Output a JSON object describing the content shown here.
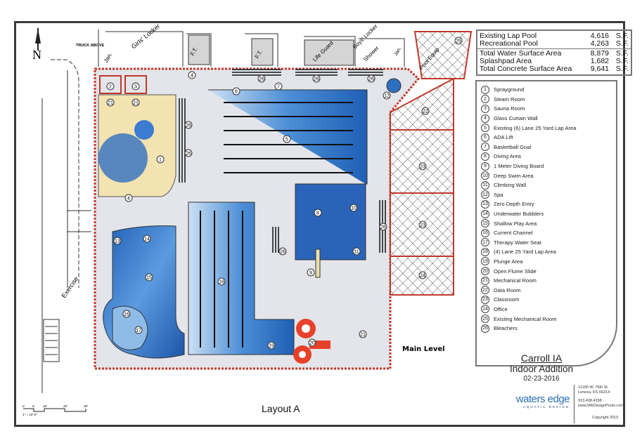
{
  "area_table": {
    "rows": [
      {
        "label": "Existing Lap Pool",
        "value": "4,616",
        "unit": "S.F."
      },
      {
        "label": "Recreational Pool",
        "value": "4,263",
        "unit": "S.F."
      },
      {
        "label": "Total Water Surface Area",
        "value": "8,879",
        "unit": "S.F."
      },
      {
        "label": "Splashpad Area",
        "value": "1,682",
        "unit": "S.F."
      },
      {
        "label": "Total Concrete Surface Area",
        "value": "9,641",
        "unit": "S.F."
      }
    ]
  },
  "legend": {
    "items": [
      {
        "num": "1",
        "label": "Sprayground"
      },
      {
        "num": "2",
        "label": "Steam Room"
      },
      {
        "num": "3",
        "label": "Sauna Room"
      },
      {
        "num": "4",
        "label": "Glass Curtain Wall"
      },
      {
        "num": "5",
        "label": "Existing (6) Lane 25 Yard Lap Area"
      },
      {
        "num": "6",
        "label": "ADA Lift"
      },
      {
        "num": "7",
        "label": "Basketball Goal"
      },
      {
        "num": "8",
        "label": "Diving Area"
      },
      {
        "num": "9",
        "label": "1 Meter Diving Board"
      },
      {
        "num": "10",
        "label": "Deep Swim Area"
      },
      {
        "num": "11",
        "label": "Climbing Wall"
      },
      {
        "num": "12",
        "label": "Spa"
      },
      {
        "num": "13",
        "label": "Zero Depth Entry"
      },
      {
        "num": "14",
        "label": "Underwater Bubblers"
      },
      {
        "num": "15",
        "label": "Shallow Play Area"
      },
      {
        "num": "16",
        "label": "Current Channel"
      },
      {
        "num": "17",
        "label": "Therapy Water Seat"
      },
      {
        "num": "18",
        "label": "(4) Lane 25 Yard Lap Area"
      },
      {
        "num": "19",
        "label": "Plunge Area"
      },
      {
        "num": "20",
        "label": "Open Flume Slide"
      },
      {
        "num": "21",
        "label": "Mechanical Room"
      },
      {
        "num": "22",
        "label": "Data Room"
      },
      {
        "num": "23",
        "label": "Classroom"
      },
      {
        "num": "24",
        "label": "Office"
      },
      {
        "num": "25",
        "label": "Existing Mechanical Room"
      },
      {
        "num": "26",
        "label": "Bleachers"
      }
    ]
  },
  "plan": {
    "north": "N",
    "truck_above": "TRUCK ABOVE",
    "rooms": {
      "jan_left": "Jan.",
      "girls_locker": "Girls' Locker",
      "ft_left": "F.T.",
      "ft_right": "F.T.",
      "life_guard": "Life Guard",
      "boys_locker": "Boys' Locker",
      "shower": "Shower",
      "jan_right": "Jan.",
      "pool_equip": "Pool Equip",
      "exercise": "Exercise"
    },
    "level_label": "Main Level",
    "scale_ticks": [
      "0",
      "5'",
      "10'",
      "20'",
      "30'"
    ],
    "scale_note": "1\" = 10'-0\""
  },
  "title_block": {
    "location": "Carroll IA",
    "project": "Indoor Addition",
    "date": "02-23-2016",
    "layout": "Layout A",
    "company_name": "waters edge",
    "company_tagline": "AQUATIC DESIGN",
    "address_1": "11205 W. 79th St.",
    "address_2": "Lenexa, KS 66214",
    "phone": "913.438.4338",
    "website": "www.WEDesignPools.com",
    "copyright": "Copyright 2015"
  },
  "colors": {
    "water": "#2f6fc0",
    "water_light": "#cfe1f4",
    "deck": "#e3e5ea",
    "splash": "#f3e3b0",
    "wall_red": "#c0392b",
    "slide": "#e8412a"
  }
}
